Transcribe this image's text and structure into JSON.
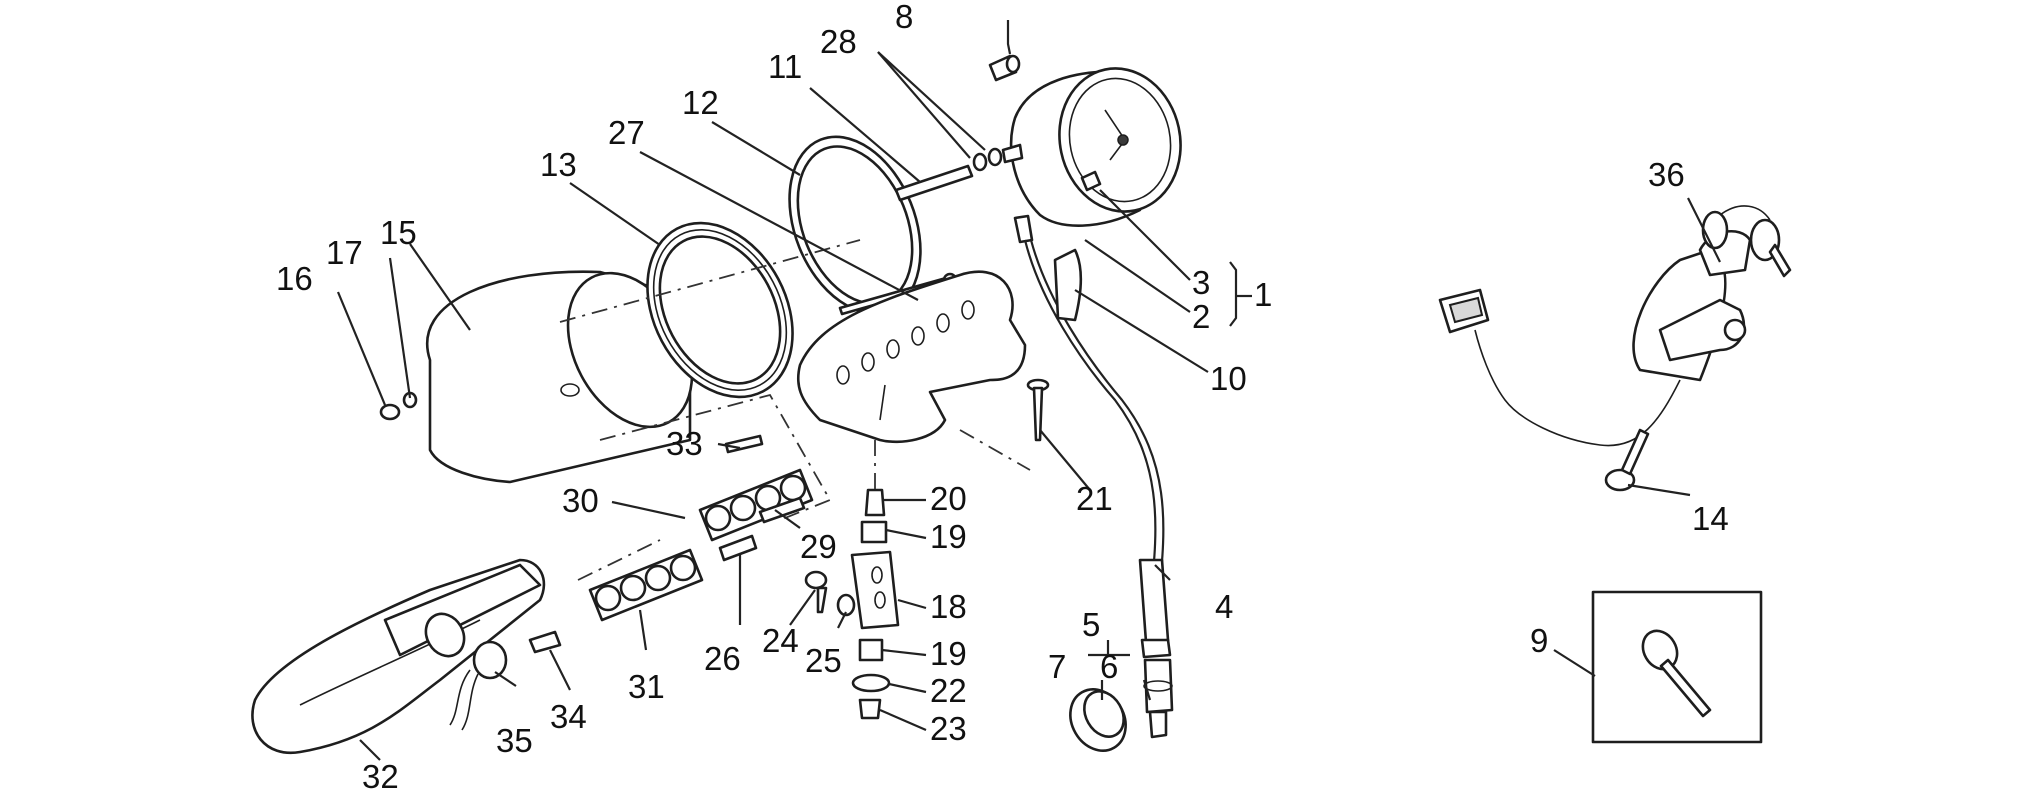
{
  "labels": {
    "l1": "1",
    "l2": "2",
    "l3": "3",
    "l4": "4",
    "l5": "5",
    "l6": "6",
    "l7": "7",
    "l8": "8",
    "l9": "9",
    "l10": "10",
    "l11": "11",
    "l12": "12",
    "l13": "13",
    "l14": "14",
    "l15": "15",
    "l16": "16",
    "l17": "17",
    "l18": "18",
    "l19a": "19",
    "l19b": "19",
    "l20": "20",
    "l21": "21",
    "l22": "22",
    "l23": "23",
    "l24": "24",
    "l25": "25",
    "l26": "26",
    "l27": "27",
    "l28": "28",
    "l29": "29",
    "l30": "30",
    "l31": "31",
    "l32": "32",
    "l33": "33",
    "l34": "34",
    "l35": "35",
    "l36": "36"
  }
}
